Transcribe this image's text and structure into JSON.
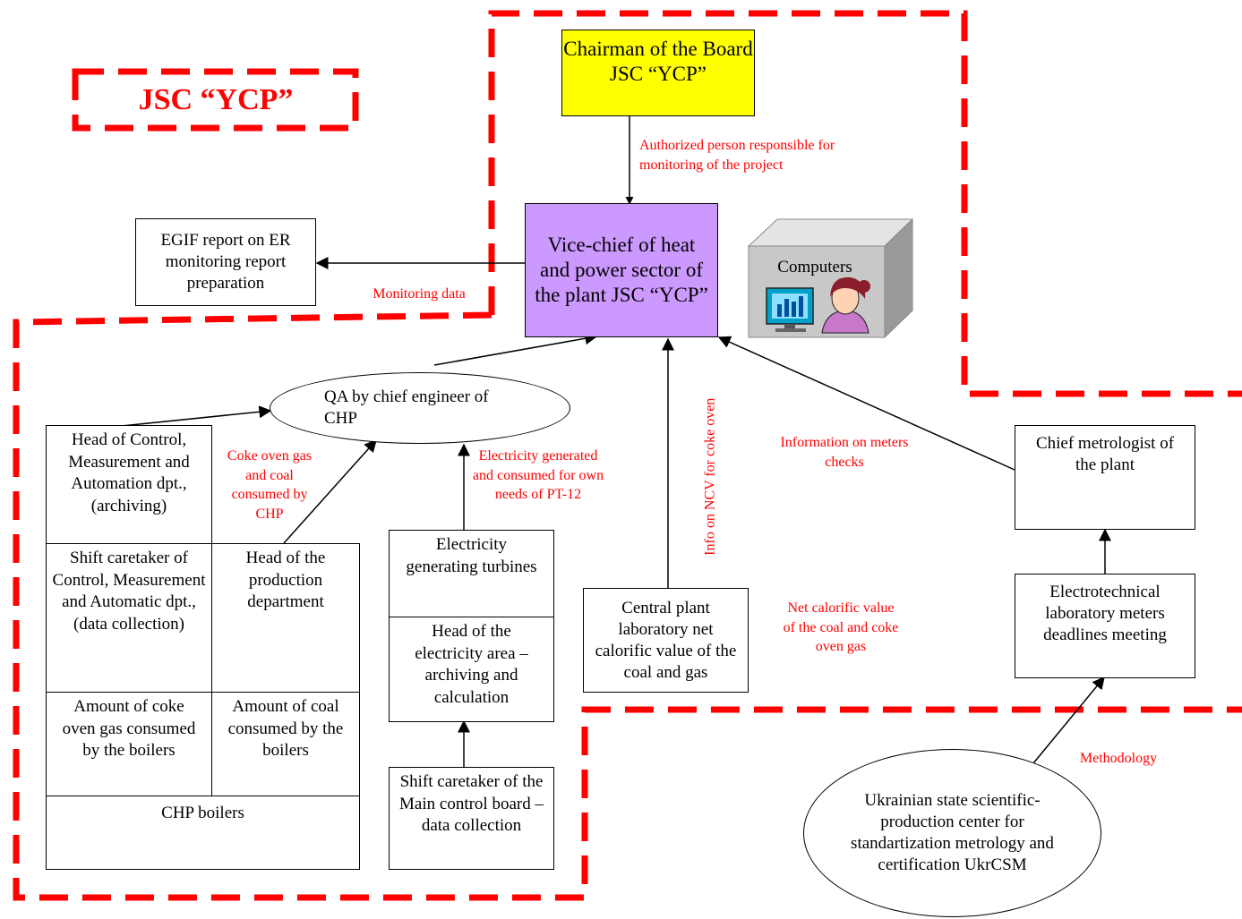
{
  "org_label": "JSC “YCP”",
  "nodes": {
    "chairman": "Chairman of the Board JSC “YCP”",
    "vice_chief": "Vice-chief of heat and power sector of the plant JSC “YCP”",
    "egif_report": "EGIF report on ER monitoring report preparation",
    "computers": "Computers",
    "qa_chief_engineer": "QA by chief engineer of CHP",
    "head_control": "Head of Control, Measurement and Automation dpt., (archiving)",
    "shift_caretaker_control": "Shift caretaker of Control, Measurement and Automatic dpt., (data collection)",
    "head_production": "Head of the production department",
    "amount_coke_gas": "Amount of coke oven gas consumed by the boilers",
    "amount_coal": "Amount of coal consumed by the boilers",
    "chp_boilers": "CHP boilers",
    "electricity_turbines": "Electricity generating turbines",
    "head_electricity_area": "Head of the electricity area – archiving and calculation",
    "shift_caretaker_main": "Shift caretaker of the Main control board – data collection",
    "central_lab": "Central plant laboratory net calorific value of the coal and gas",
    "chief_metrologist": "Chief metrologist of the plant",
    "electrotechnical_lab": "Electrotechnical laboratory meters deadlines meeting",
    "ukrcsm": "Ukrainian state scientific-production center for standartization metrology and certification UkrCSM"
  },
  "edge_labels": {
    "authorized_person": "Authorized person responsible for monitoring of the project",
    "monitoring_data": "Monitoring data",
    "coke_oven_gas_coal": "Coke oven gas and coal consumed by CHP",
    "electricity_generated": "Electricity generated and consumed for own needs of PT-12",
    "info_ncv": "Info on NCV for coke oven",
    "meters_checks": "Information on meters checks",
    "net_calorific": "Net calorific value of the coal and coke oven gas",
    "methodology": "Methodology"
  },
  "colors": {
    "boundary_red": "#ff0000",
    "chairman_fill": "#ffff00",
    "vice_chief_fill": "#cc99ff",
    "label_red": "#ff0000"
  }
}
